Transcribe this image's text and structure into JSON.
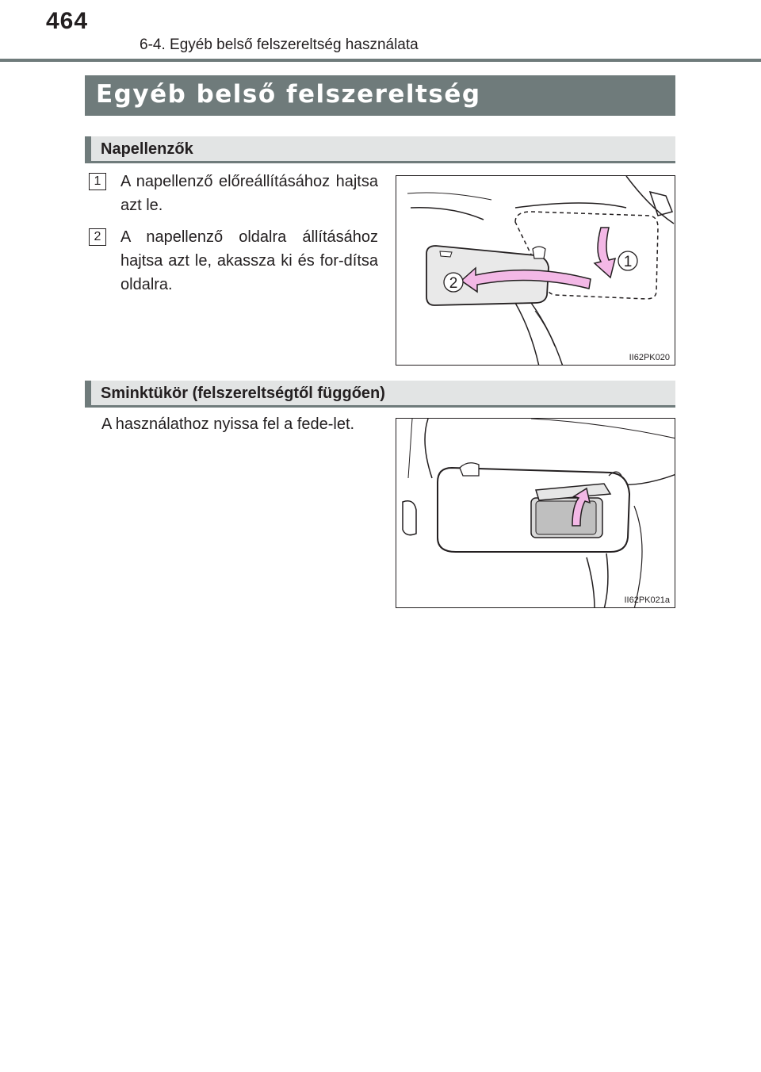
{
  "header": {
    "page_number": "464",
    "running_title": "6-4. Egyéb belső felszereltség használata"
  },
  "main_title": "Egyéb belső felszereltség",
  "sections": [
    {
      "heading": "Napellenzők",
      "items": [
        {
          "number": "1",
          "text": "A napellenző előreállításához hajtsa azt le."
        },
        {
          "number": "2",
          "text": "A napellenző oldalra állításához hajtsa azt le, akassza ki és for-dítsa oldalra."
        }
      ],
      "figure": {
        "code": "II62PK020",
        "callouts": [
          "1",
          "2"
        ]
      }
    },
    {
      "heading": "Sminktükör (felszereltségtől függően)",
      "paragraph": "A használathoz nyissa fel a fede-let.",
      "figure": {
        "code": "II62PK021a"
      }
    }
  ],
  "colors": {
    "header_bar": "#6f7b7b",
    "section_bg": "#e2e4e4",
    "arrow_fill": "#f3b8e6"
  }
}
